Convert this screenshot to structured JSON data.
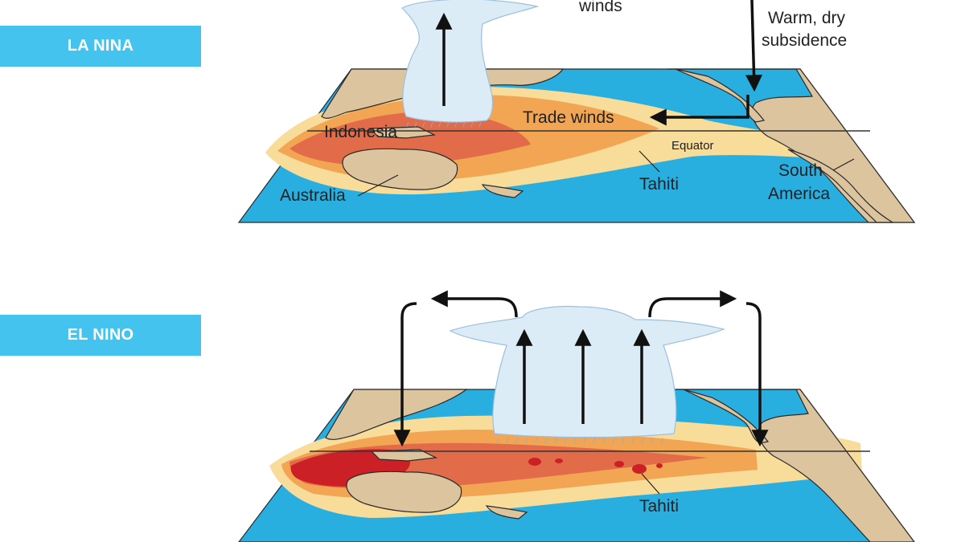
{
  "colors": {
    "badge": "#45c3ef",
    "ocean": "#29aee0",
    "land": "#dcc49e",
    "warm_1": "#f8dc9a",
    "warm_2": "#f2a654",
    "warm_3": "#e26c4a",
    "warm_4": "#cc2027",
    "cloud": "#dcecf7",
    "arrow": "#111111"
  },
  "la_nina": {
    "badge": "LA NINA",
    "winds_label": "winds",
    "subsidence_line1": "Warm, dry",
    "subsidence_line2": "subsidence",
    "trade_winds": "Trade winds",
    "indonesia": "Indonesia",
    "equator": "Equator",
    "australia": "Australia",
    "tahiti": "Tahiti",
    "south_line1": "South",
    "south_line2": "America"
  },
  "el_nino": {
    "badge": "EL NINO",
    "tahiti": "Tahiti"
  }
}
